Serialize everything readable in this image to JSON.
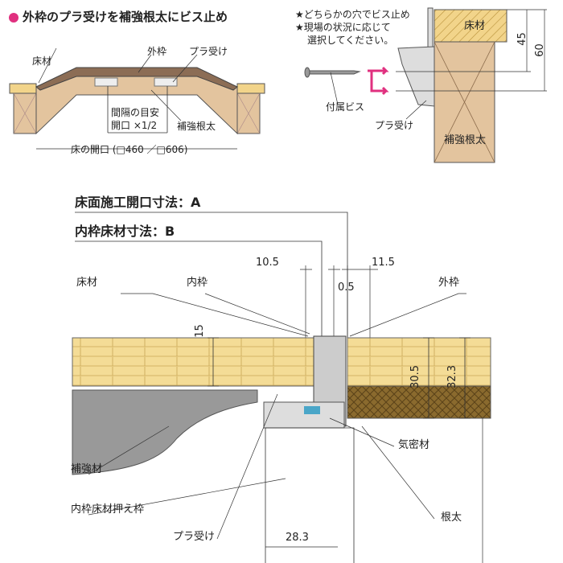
{
  "top_left": {
    "title": "外枠のプラ受けを補強根太にビス止め",
    "labels": {
      "floor": "床材",
      "outer_frame": "外枠",
      "plastic_receiver": "プラ受け",
      "spacing_1": "間隔の目安",
      "spacing_2": "開口 ×1/2",
      "joist": "補強根太",
      "opening": "床の開口 (□460 ／□606)"
    },
    "accent_color": "#e0307f"
  },
  "top_right": {
    "notes": [
      "★どちらかの穴でビス止め",
      "★現場の状況に応じて",
      "選択してください。"
    ],
    "labels": {
      "floor": "床材",
      "screw": "付属ビス",
      "plastic_receiver": "プラ受け",
      "joist": "補強根太"
    },
    "dims": {
      "d45": "45",
      "d60": "60"
    }
  },
  "section": {
    "dim_a": "床面施工開口寸法：A",
    "dim_b": "内枠床材寸法：B",
    "dims": {
      "d10_5": "10.5",
      "d11_5": "11.5",
      "d0_5": "0.5",
      "d15": "15",
      "d30_5": "30.5",
      "d32_3": "32.3",
      "d28_3": "28.3"
    },
    "labels": {
      "floor": "床材",
      "inner_frame": "内枠",
      "outer_frame": "外枠",
      "reinforcement": "補強材",
      "inner_press_frame": "内枠床材押え枠",
      "plastic_receiver": "プラ受け",
      "airtight": "気密材",
      "joist": "根太"
    }
  }
}
